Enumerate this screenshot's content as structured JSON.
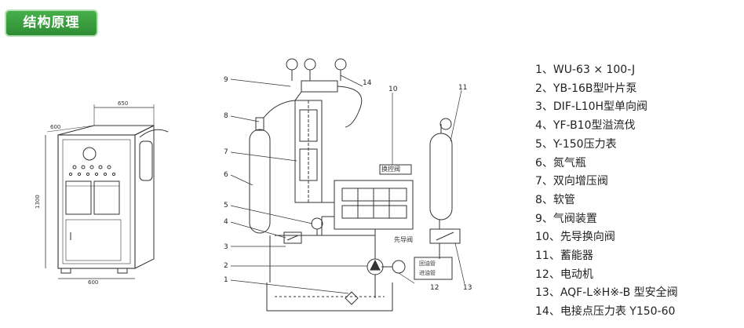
{
  "title": "结构原理",
  "dims": {
    "width_top": "650",
    "depth": "600",
    "height": "1300",
    "width_bottom": "600"
  },
  "callouts": [
    "1",
    "2",
    "3",
    "4",
    "5",
    "6",
    "7",
    "8",
    "9",
    "10",
    "11",
    "12",
    "13",
    "14"
  ],
  "box_labels": {
    "control_valve": "换控阀",
    "pilot_valve": "先导阀",
    "return_pipe": "回油管",
    "inlet_pipe": "进油管"
  },
  "legend": [
    "1、WU-63 × 100-J",
    "2、YB-16B型叶片泵",
    "3、DIF-L10H型单向阀",
    "4、YF-B10型溢流伐",
    "5、Y-150压力表",
    "6、氮气瓶",
    "7、双向增压阀",
    "8、软管",
    "9、气阀装置",
    "10、先导换向阀",
    "11、蓄能器",
    "12、电动机",
    "13、AQF-L※H※-B 型安全阀",
    "14、电接点压力表 Y150-60"
  ]
}
